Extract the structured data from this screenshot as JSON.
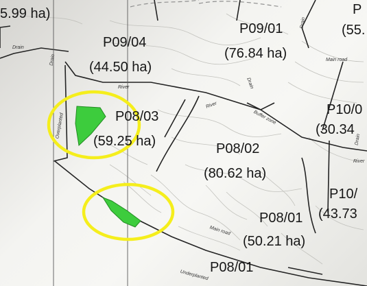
{
  "map": {
    "parcels": [
      {
        "code": "P09/04",
        "area": "(44.50 ha)"
      },
      {
        "code": "P09/01",
        "area": "(76.84 ha)"
      },
      {
        "code": "P08/03",
        "area": "(59.25 ha)"
      },
      {
        "code": "P08/02",
        "area": "(80.62 ha)"
      },
      {
        "code": "P08/01",
        "area": "(50.21 ha)"
      },
      {
        "code": "P10/0",
        "area": "(30.34"
      },
      {
        "code": "P10/",
        "area": "(43.73"
      }
    ],
    "cut_labels": [
      "5.99 ha)",
      "P",
      "(55.",
      "P08/01"
    ],
    "small_labels": [
      "Drain",
      "River",
      "River",
      "Buffer zone",
      "Overplanted",
      "Drain",
      "Drain",
      "Drain",
      "Main road",
      "Underplanted",
      "Drain",
      "River",
      "Main road"
    ],
    "highlight_color": "#f5ee1c",
    "planted_color": "#3dcc3d"
  }
}
